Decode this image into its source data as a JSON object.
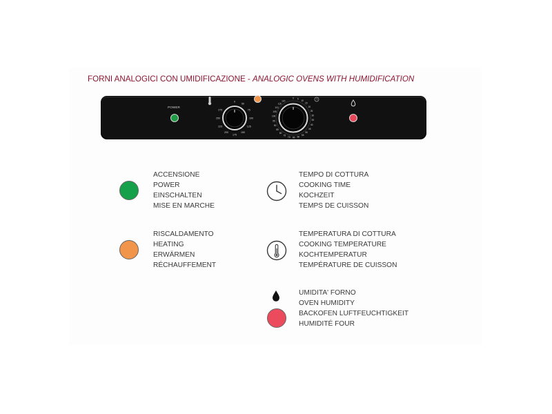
{
  "title": {
    "italian": "FORNI ANALOGICI CON UMIDIFICAZIONE - ",
    "english": "ANALOGIC OVENS WITH HUMIDIFICATION"
  },
  "panel": {
    "power_label": "POWER",
    "thermostat_scale": [
      "0",
      "50",
      "75",
      "100",
      "125",
      "150",
      "175",
      "200",
      "225",
      "250",
      "275"
    ],
    "timer_scale": [
      "0",
      "5",
      "10",
      "15",
      "20",
      "25",
      "30",
      "35",
      "40",
      "45",
      "50",
      "55",
      "60",
      "65",
      "70",
      "75",
      "80",
      "85",
      "90",
      "95",
      "100",
      "105",
      "110",
      "115",
      "120"
    ]
  },
  "legend": {
    "power": [
      "ACCENSIONE",
      "POWER",
      "EINSCHALTEN",
      "MISE EN MARCHE"
    ],
    "heating": [
      "RISCALDAMENTO",
      "HEATING",
      "ERWÄRMEN",
      "RÉCHAUFFEMENT"
    ],
    "cooking_time": [
      "TEMPO DI COTTURA",
      "COOKING TIME",
      "KOCHZEIT",
      "TEMPS DE CUISSON"
    ],
    "cooking_temperature": [
      "TEMPERATURA DI COTTURA",
      "COOKING TEMPERATURE",
      "KOCHTEMPERATUR",
      "TEMPÉRATURE DE CUISSON"
    ],
    "humidity": [
      "UMIDITA' FORNO",
      "OVEN HUMIDITY",
      "BACKOFEN LUFTFEUCHTIGKEIT",
      "HUMIDITÉ FOUR"
    ]
  },
  "colors": {
    "title": "#8b1530",
    "power_led": "#16a04a",
    "heating_led": "#f0954a",
    "humidity_led": "#eb4b5c",
    "panel": "#111111"
  },
  "icons": {
    "power": "green-circle",
    "heating": "orange-circle",
    "cooking_time": "clock-icon",
    "cooking_temperature": "thermometer-icon",
    "humidity": "water-drop-icon"
  }
}
